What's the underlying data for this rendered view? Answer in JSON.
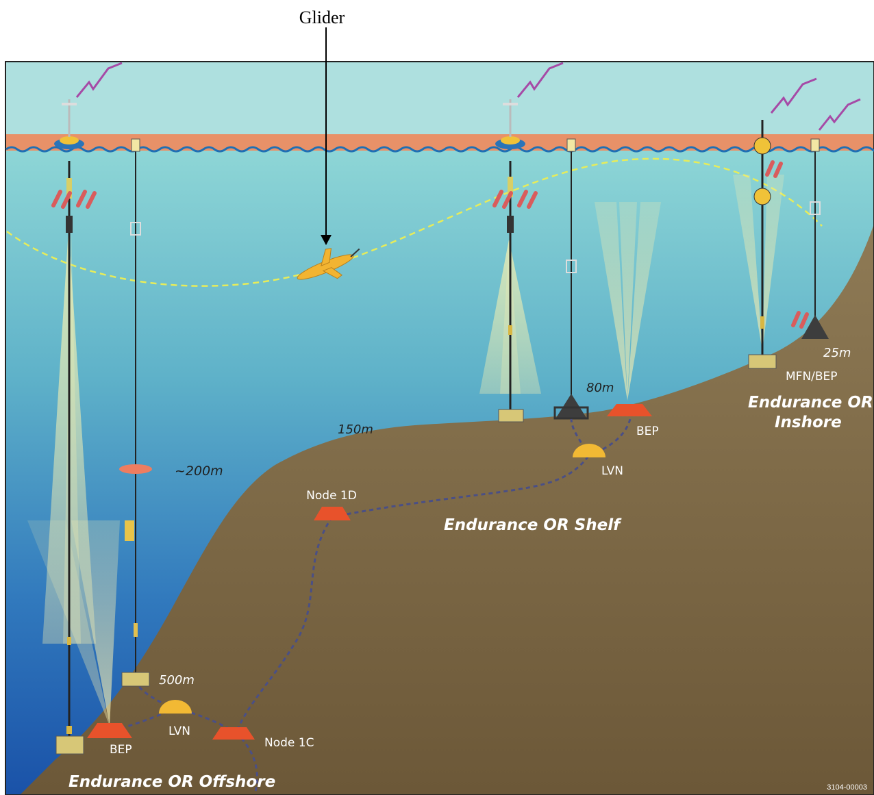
{
  "callout": {
    "glider": "Glider"
  },
  "depths": {
    "d200": "~200m",
    "d150": "150m",
    "d80": "80m",
    "d25": "25m",
    "d500": "500m"
  },
  "nodes": {
    "node_1d": "Node 1D",
    "node_1c": "Node 1C",
    "lvn_shelf": "LVN",
    "lvn_offshore": "LVN",
    "bep_shelf": "BEP",
    "bep_offshore": "BEP",
    "mfn_bep": "MFN/BEP"
  },
  "sites": {
    "shelf": "Endurance OR Shelf",
    "offshore": "Endurance OR Offshore",
    "inshore_line1": "Endurance OR",
    "inshore_line2": "Inshore"
  },
  "figure_code": "3104-00003",
  "colors": {
    "sky": "#a9dde0",
    "sea_top": "#7fd0d2",
    "sea_bottom": "#1c5fb0",
    "surface": "#e8906a",
    "seafloor": "#7d6848",
    "cable": "#4a4f86",
    "glider_path": "#e7ec5a",
    "glider": "#f2b431",
    "node": "#e8522b",
    "radio": "#a64aa6"
  }
}
